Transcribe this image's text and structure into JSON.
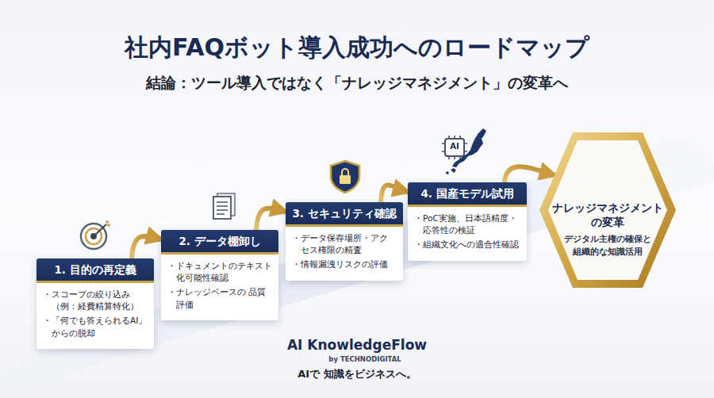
{
  "diagram": {
    "title": "社内FAQボット導入成功へのロードマップ",
    "caption": "結論：ツール導入ではなく「ナレッジマネジメント」の変革へ",
    "nodes": [
      {
        "text": [
          "1. 目的の再定義",
          "・スコープの絞り込み （例：経費精算特化）",
          "・「何でも答えられるAI」 からの脱却"
        ]
      },
      {
        "text": [
          "2. データ棚卸し",
          "・ドキュメントのテキスト 化可能性確認",
          "・ナレッジベースの 品質評価"
        ]
      },
      {
        "text": [
          "3. セキュリティ確認",
          "・データ保存場所・アク セス権限の精査",
          "・情報漏洩リスクの評価"
        ]
      },
      {
        "text": [
          "4. 国産モデル試用",
          "・PoC実施、日本語精度・ 応答性の検証",
          "・組織文化への適合性確認"
        ]
      },
      {
        "text": [
          "ナレッジマネジメント の変革",
          "デジタル主権の確保と 組織的な知識活用"
        ]
      }
    ],
    "edges": [
      {
        "from": 0,
        "to": 1,
        "arrow": "to"
      },
      {
        "from": 1,
        "to": 2,
        "arrow": "to"
      },
      {
        "from": 2,
        "to": 3,
        "arrow": "to"
      },
      {
        "from": 3,
        "to": 4,
        "arrow": "to"
      }
    ],
    "labels": [
      "AI",
      "AI KnowledgeFlow",
      "by TECHNODIGITAL",
      "AIで 知識をビジネスへ。"
    ]
  }
}
